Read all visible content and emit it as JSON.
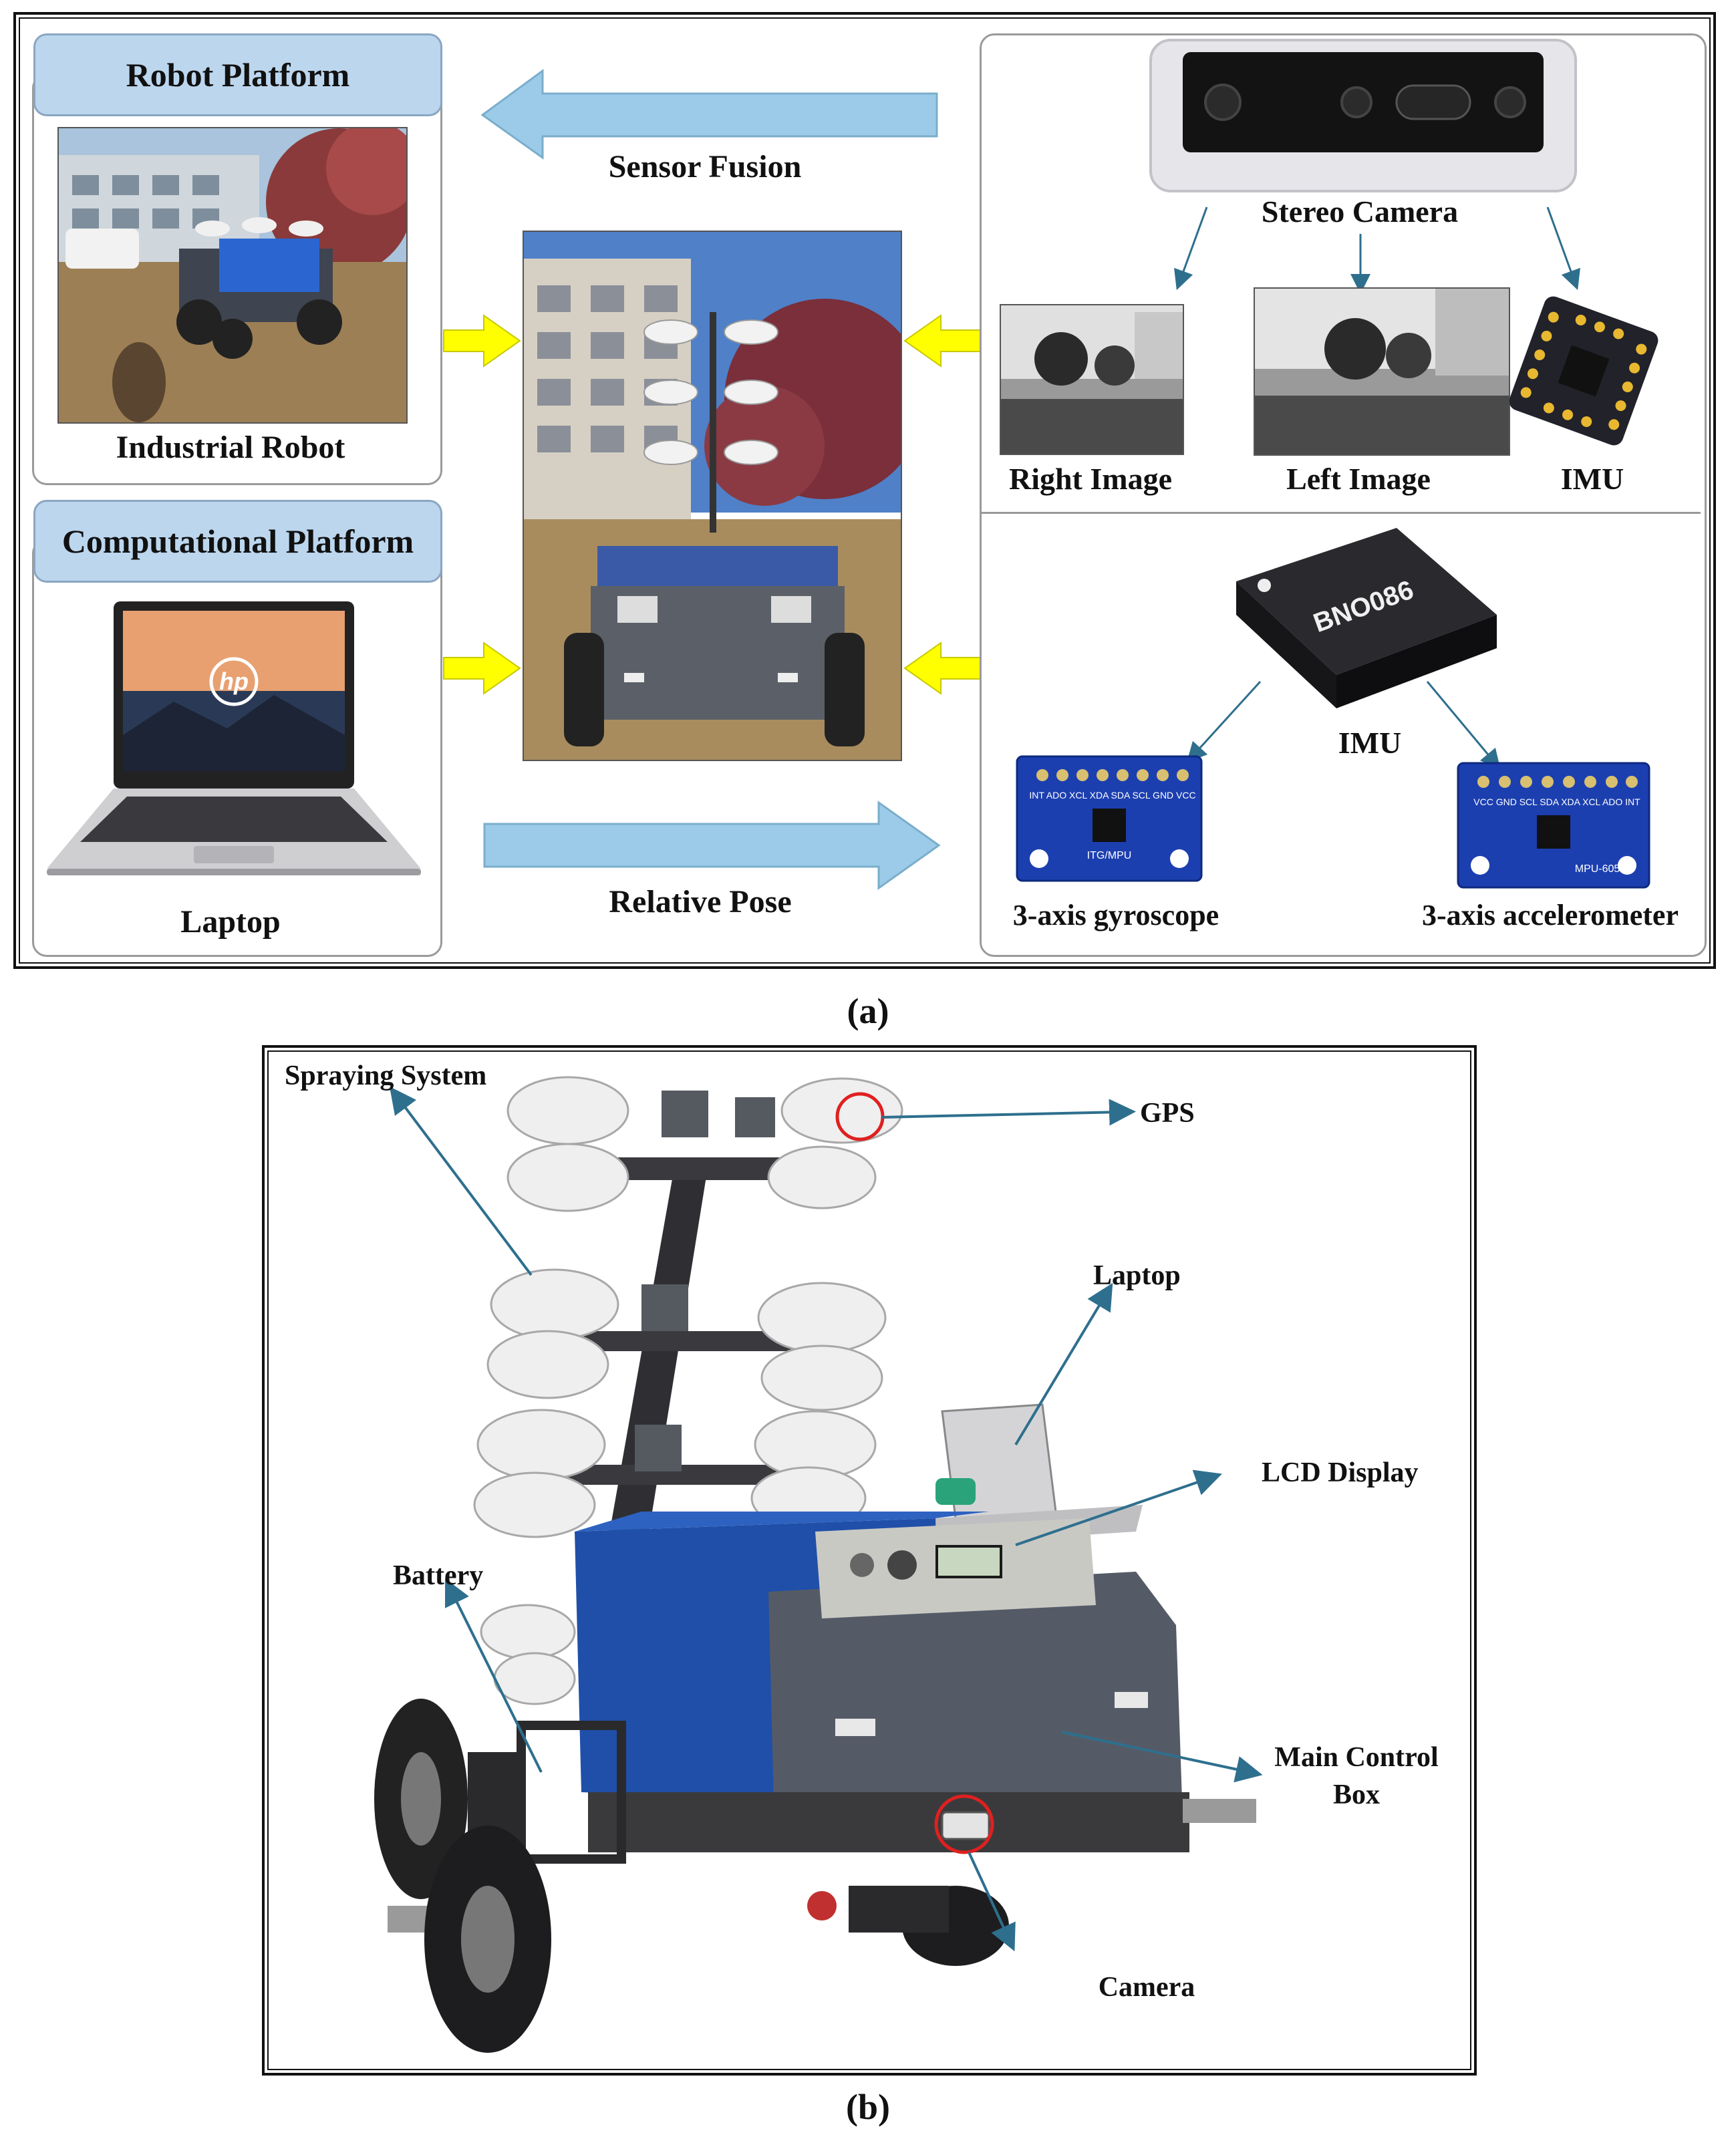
{
  "panel_a": {
    "robot_platform": {
      "title": "Robot Platform",
      "caption": "Industrial Robot"
    },
    "computational_platform": {
      "title": "Computational Platform",
      "caption": "Laptop"
    },
    "center": {
      "top_arrow_label": "Sensor Fusion",
      "bottom_arrow_label": "Relative Pose"
    },
    "stereo": {
      "title": "Stereo Camera",
      "right_image": "Right Image",
      "left_image": "Left Image",
      "imu": "IMU"
    },
    "imu_module": {
      "chip_text": "BNO086",
      "label": "IMU",
      "gyro": "3-axis gyroscope",
      "accel": "3-axis accelerometer",
      "gyro_pins": "INT ADO XCL XDA SDA SCL GND VCC",
      "gyro_board": "ITG/MPU",
      "accel_pins": "VCC GND SCL SDA XDA XCL ADO INT",
      "accel_board": "MPU-6050"
    },
    "laptop_logo": "hp",
    "caption": "(a)"
  },
  "panel_b": {
    "labels": {
      "spraying_system": "Spraying System",
      "gps": "GPS",
      "laptop": "Laptop",
      "lcd_display": "LCD Display",
      "battery": "Battery",
      "main_control_box_1": "Main Control",
      "main_control_box_2": "Box",
      "camera": "Camera"
    },
    "caption": "(b)"
  },
  "colors": {
    "header_fill": "#bcd6ee",
    "big_arrow": "#9ccbea",
    "yellow_arrow": "#ffff00",
    "annotation": "#2e6f8e",
    "robot_blue": "#1f4fa8",
    "robot_gray": "#555b66",
    "red_circle": "#e02020"
  }
}
